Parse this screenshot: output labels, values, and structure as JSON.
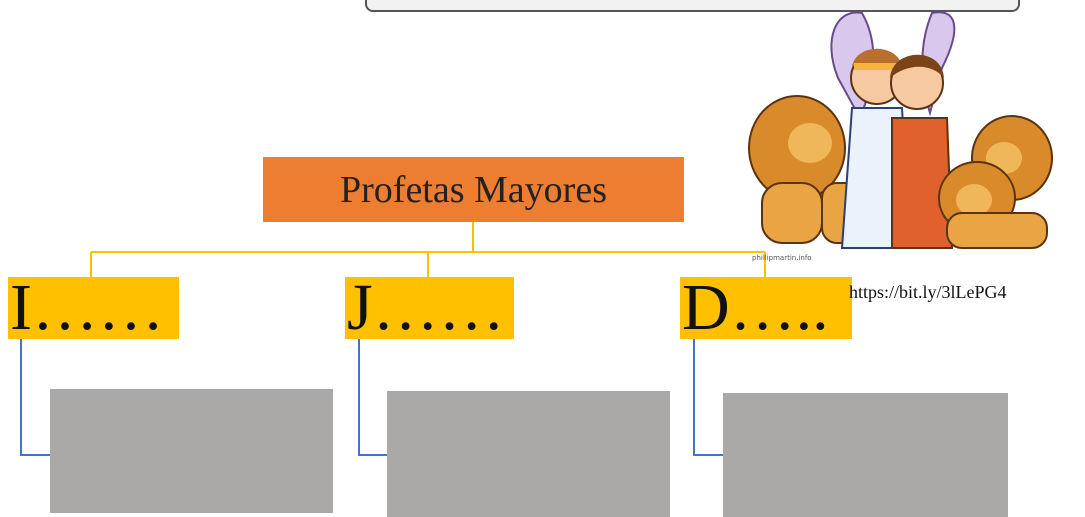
{
  "title": "Profetas Mayores",
  "branches": [
    {
      "label": "I……"
    },
    {
      "label": "J……"
    },
    {
      "label": "D….."
    }
  ],
  "source_link": "https://bit.ly/3lLePG4",
  "illustration": {
    "description_icon": "daniel-lions-angel-illustration",
    "watermark": "phillipmartin.info"
  },
  "colors": {
    "title_bg": "#ED7D31",
    "branch_bg": "#FFC000",
    "gray_box": "#ABA8A8",
    "yellow_connector": "#FFC000",
    "blue_connector": "#4472C4"
  }
}
